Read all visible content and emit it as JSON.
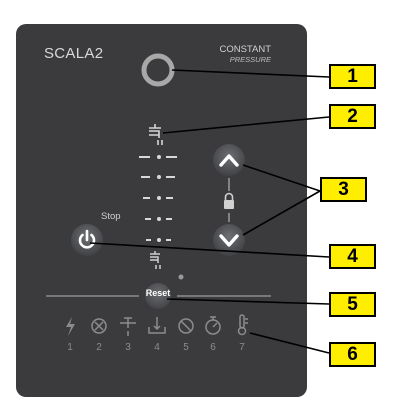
{
  "panel": {
    "brand": "SCALA2",
    "mode_line1": "CONSTANT",
    "mode_line2": "PRESSURE",
    "stop_label": "Stop",
    "reset_label": "Reset",
    "color": "#3b3b3d",
    "accent": "#5a5c60"
  },
  "icons": [
    "power-icon",
    "fault-x-icon",
    "pipe-leak-icon",
    "air-in-pump-icon",
    "blocked-icon",
    "timer-icon",
    "thermometer-icon"
  ],
  "icon_numbers": [
    "1",
    "2",
    "3",
    "4",
    "5",
    "6",
    "7"
  ],
  "callouts": [
    "1",
    "2",
    "3",
    "4",
    "5",
    "6"
  ],
  "callout_color": "#ffee00"
}
